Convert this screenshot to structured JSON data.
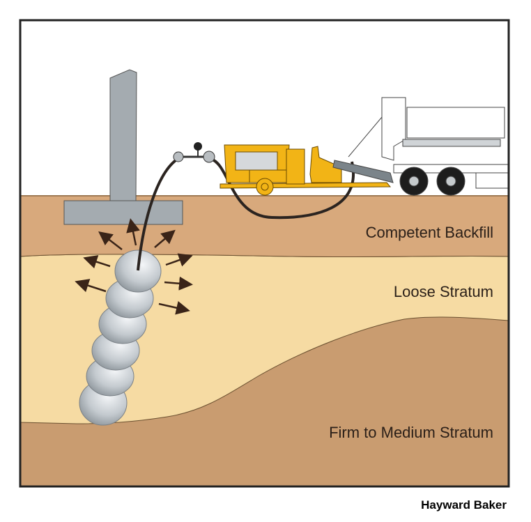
{
  "labels": {
    "layer_top": "Competent Backfill",
    "layer_middle": "Loose Stratum",
    "layer_bottom": "Firm to Medium Stratum"
  },
  "credit": "Hayward Baker",
  "colors": {
    "sky": "#ffffff",
    "backfill": "#d8a97c",
    "loose": "#f6dba3",
    "firm": "#c99c70",
    "concrete": "#a4abb0",
    "grout": "#c9cfd4",
    "pump": "#f2b416",
    "hose": "#2b2420",
    "arrow": "#3a2418"
  }
}
